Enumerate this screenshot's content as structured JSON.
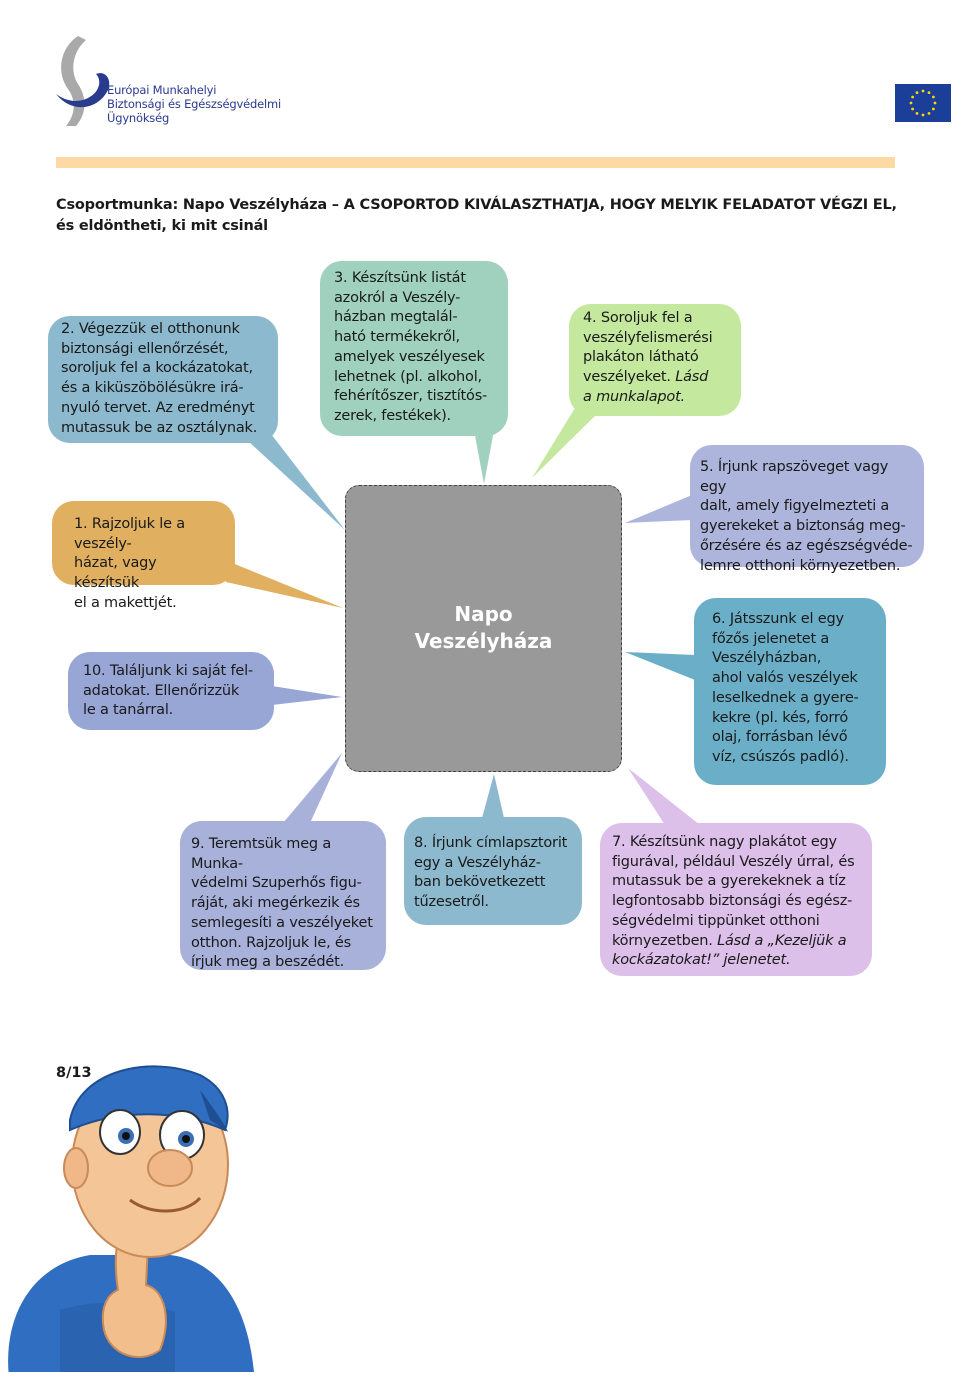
{
  "header": {
    "org_name_lines": [
      "Európai Munkahelyi",
      "Biztonsági és Egészségvédelmi",
      "Ügynökség"
    ]
  },
  "title": "Csoportmunka: Napo Veszélyháza – A CSOPORTOD KIVÁLASZTHATJA, HOGY MELYIK FELADATOT VÉGZI EL, és eldöntheti, ki mit csinál",
  "center": {
    "label": "Napo\nVeszélyháza"
  },
  "bubbles": [
    {
      "id": "1",
      "text": "1. Rajzoljuk le a veszély-\n    házat, vagy készítsük\n    el a makettjét.",
      "color": "#e0b060"
    },
    {
      "id": "2",
      "text": "2. Végezzük el otthonunk\n    biztonsági ellenőrzését,\n    soroljuk fel a kockázatokat,\n    és a kiküszöbölésükre irá-\n    nyuló tervet. Az eredményt\n    mutassuk be az osztálynak.",
      "color": "#8cb9cd"
    },
    {
      "id": "3",
      "text": "3. Készítsünk listát\n    azokról a Veszély-\n    házban megtalál-\n    ható termékekről,\n    amelyek veszélyesek\n    lehetnek (pl. alkohol,\n    fehérítőszer, tisztítós-\n    zerek, festékek).",
      "color": "#9fd1be"
    },
    {
      "id": "4",
      "text": "4. Soroljuk fel a\n    veszélyfelismerési\n    plakáton látható\n    veszélyeket. ",
      "italic": "Lásd\n    a munkalapot.",
      "color": "#c4e89e"
    },
    {
      "id": "5",
      "text": "5. Írjunk rapszöveget vagy egy\n    dalt, amely figyelmezteti a\n    gyerekeket a biztonság meg-\n    őrzésére és az egészségvéde-\n    lemre otthoni környezetben.",
      "color": "#adb5dc"
    },
    {
      "id": "6",
      "text": "6. Játsszunk el egy\n    főzős jelenetet a\n    Veszélyházban,\n    ahol valós veszélyek\n    leselkednek a gyere-\n    kekre (pl. kés, forró\n    olaj, forrásban lévő\n    víz, csúszós padló).",
      "color": "#6aafc7"
    },
    {
      "id": "7",
      "text": "7. Készítsünk nagy plakátot egy\n    figurával, például Veszély úrral, és\n    mutassuk be a gyerekeknek a tíz\n    legfontosabb biztonsági és egész-\n    ségvédelmi tippünket otthoni\n    környezetben. ",
      "italic": "Lásd a „Kezeljük a\n    kockázatokat!” jelenetet.",
      "color": "#dcc0ea"
    },
    {
      "id": "8",
      "text": "8. Írjunk címlapsztorit\n    egy a Veszélyház-\n    ban bekövetkezett\n    tűzesetről.",
      "color": "#8cb9cd"
    },
    {
      "id": "9",
      "text": "9. Teremtsük meg a Munka-\n    védelmi Szuperhős figu-\n    ráját, aki megérkezik és\n    semlegesíti a veszélyeket\n    otthon. Rajzoljuk le, és\n    írjuk meg a beszédét.",
      "color": "#a7b1da"
    },
    {
      "id": "10",
      "text": "10. Találjunk ki saját fel-\n      adatokat. Ellenőrizzük\n      le a tanárral.",
      "color": "#98a6d6"
    }
  ],
  "footer": {
    "page": "8/13"
  },
  "colors": {
    "accent_bar": "#fdd9a3",
    "eu_blue": "#1b3f99",
    "center_box": "#999999",
    "logo_blue": "#2a3a8f"
  },
  "icons": [
    "agency-logo-icon",
    "eu-flag-icon",
    "mascot-napo-icon"
  ]
}
